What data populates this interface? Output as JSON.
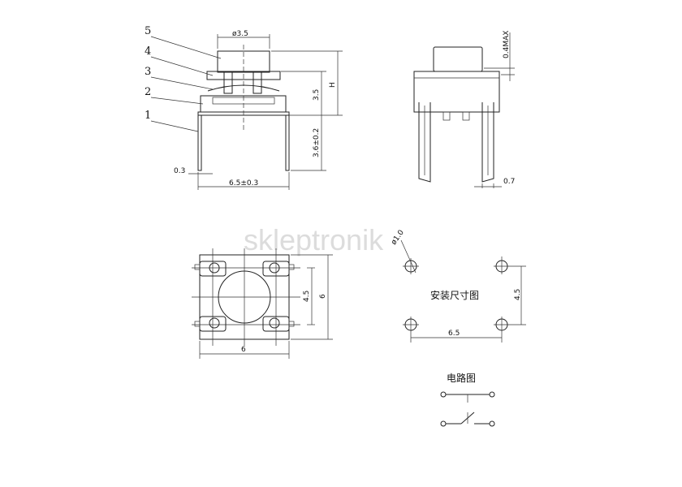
{
  "watermark": "skleptronik",
  "side_view": {
    "callouts": [
      "5",
      "4",
      "3",
      "2",
      "1"
    ],
    "dims": {
      "cap_diameter": "ø3.5",
      "height_total": "H",
      "body_height": "3.5",
      "pin_length": "3.6±0.2",
      "pin_width": "0.3",
      "pin_spacing": "6.5±0.3"
    }
  },
  "front_view": {
    "dims": {
      "max_gap": "0.4MAX",
      "pin_thickness": "0.7"
    }
  },
  "top_view": {
    "dims": {
      "inner_pitch": "4.5",
      "body_height": "6",
      "body_width": "6"
    }
  },
  "mounting": {
    "title": "安装尺寸图",
    "dims": {
      "hole_diameter": "ø1.0",
      "vertical_pitch": "4.5",
      "horizontal_pitch": "6.5"
    }
  },
  "circuit": {
    "title": "电路图"
  }
}
